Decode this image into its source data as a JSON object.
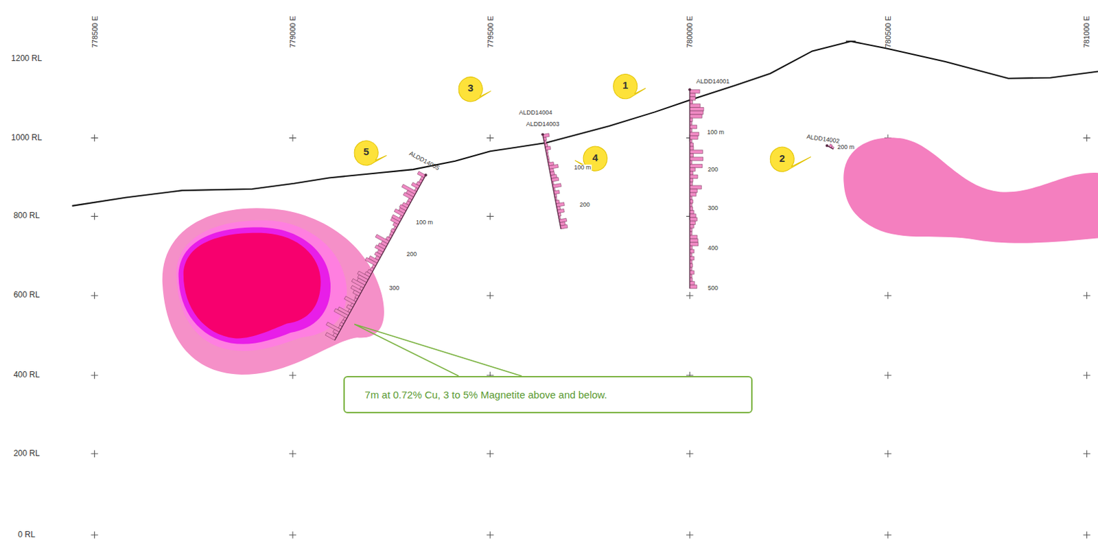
{
  "diagram": {
    "nodes": [
      {
        "text": [
          "7m at 0.72% Cu, 3 to 5% Magnetite above and below."
        ]
      }
    ],
    "edges": [],
    "labels": [
      "778500 E",
      "779000 E",
      "779500 E",
      "780000 E",
      "780500 E",
      "781000 E",
      "1200 RL",
      "1000 RL",
      "800 RL",
      "600 RL",
      "400 RL",
      "200 RL",
      "0 RL",
      "1",
      "ALDD14001",
      "3",
      "ALDD14004",
      "ALDD14003",
      "5",
      "ALDD14005",
      "4",
      "2",
      "ALDD14002",
      "200 m",
      "100 m",
      "200",
      "300",
      "400",
      "500",
      "100 m",
      "200",
      "100 m",
      "200",
      "300"
    ]
  }
}
